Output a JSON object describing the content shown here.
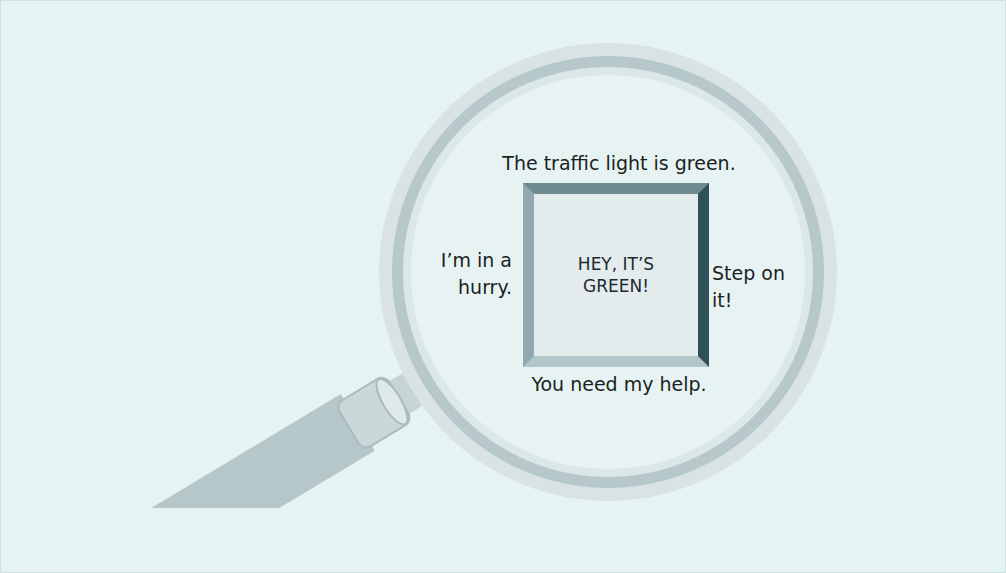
{
  "diagram": {
    "nodes": [
      {
        "text": [
          "HEY, IT’S GREEN!"
        ]
      }
    ],
    "labels": [
      "The traffic light is green.",
      "I’m in a hurry.",
      "Step on it!",
      "You need my help."
    ]
  }
}
